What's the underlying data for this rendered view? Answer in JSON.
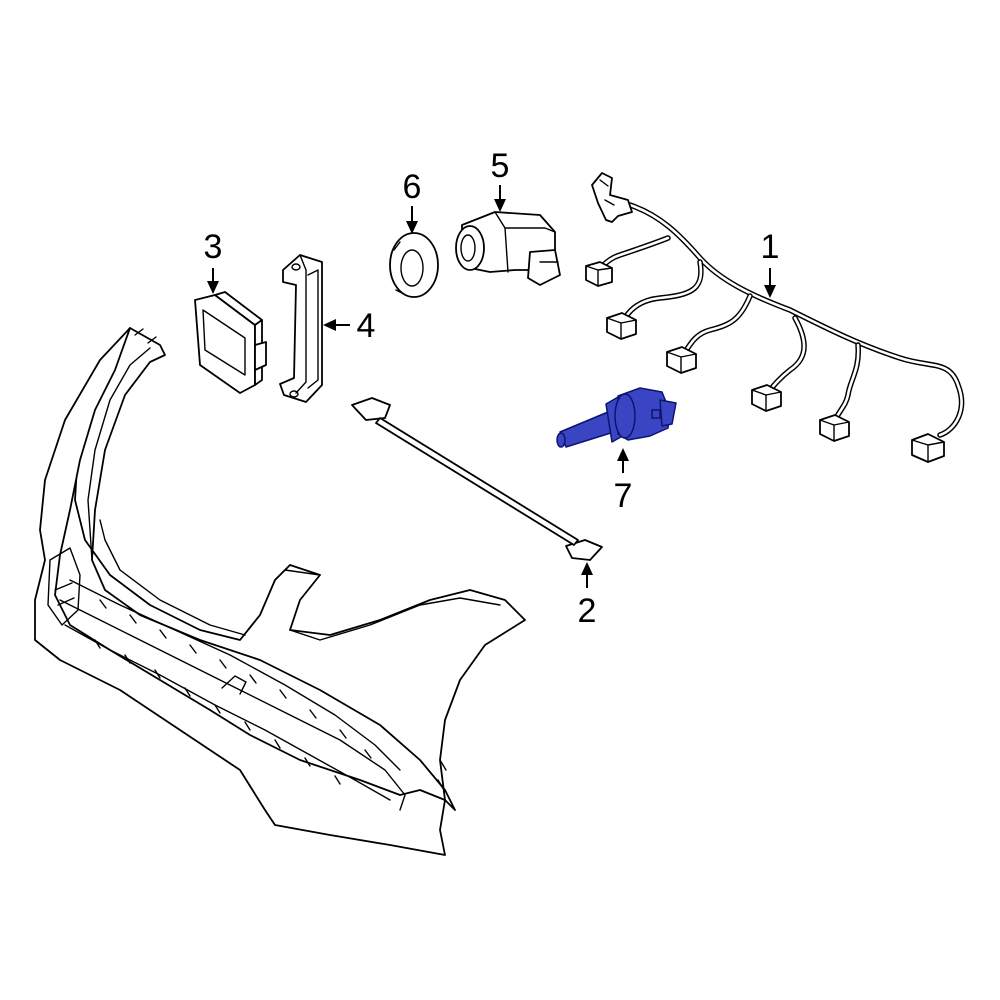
{
  "callouts": {
    "c1": "1",
    "c2": "2",
    "c3": "3",
    "c4": "4",
    "c5": "5",
    "c6": "6",
    "c7": "7"
  },
  "colors": {
    "highlight": "#3a45c4",
    "highlight_stroke": "#0c1470",
    "line": "#000000",
    "background": "#ffffff"
  }
}
